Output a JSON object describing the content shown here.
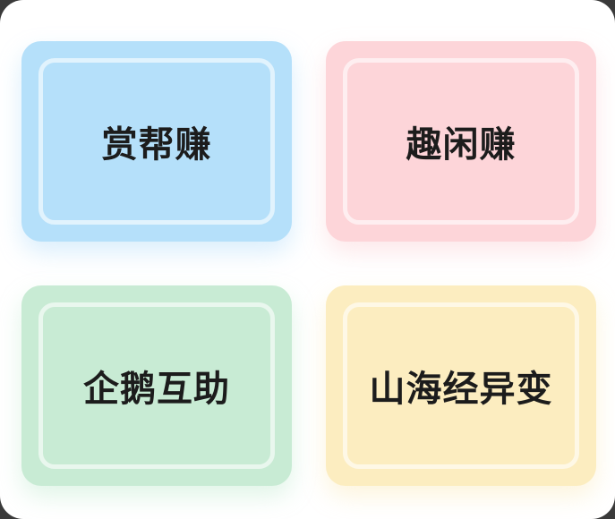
{
  "cards": [
    {
      "label": "赏帮赚",
      "color": "#b5e0fa"
    },
    {
      "label": "趣闲赚",
      "color": "#fdd5d9"
    },
    {
      "label": "企鹅互助",
      "color": "#c8ebd4"
    },
    {
      "label": "山海经异变",
      "color": "#fcedc0"
    }
  ]
}
